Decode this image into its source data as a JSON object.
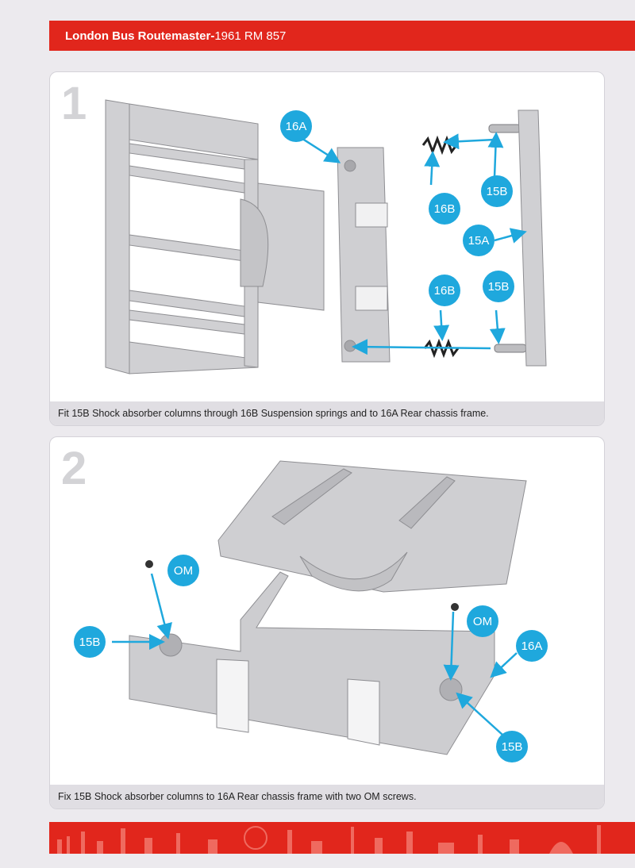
{
  "header": {
    "title_bold": "London Bus Routemaster-",
    "title_rest": "1961 RM 857"
  },
  "steps": [
    {
      "number": "1",
      "caption": "Fit 15B Shock absorber columns through 16B Suspension springs and to 16A Rear chassis frame.",
      "callouts": {
        "a": "16A",
        "b": "16B",
        "c": "15B",
        "d": "15A",
        "e": "16B",
        "f": "15B"
      }
    },
    {
      "number": "2",
      "caption": "Fix 15B Shock absorber columns to 16A Rear chassis frame with two OM screws.",
      "callouts": {
        "a": "OM",
        "b": "15B",
        "c": "OM",
        "d": "16A",
        "e": "15B"
      }
    }
  ],
  "colors": {
    "brand_red": "#e1261c",
    "callout_blue": "#1fa8dd",
    "part_grey": "#c9c9cc"
  }
}
